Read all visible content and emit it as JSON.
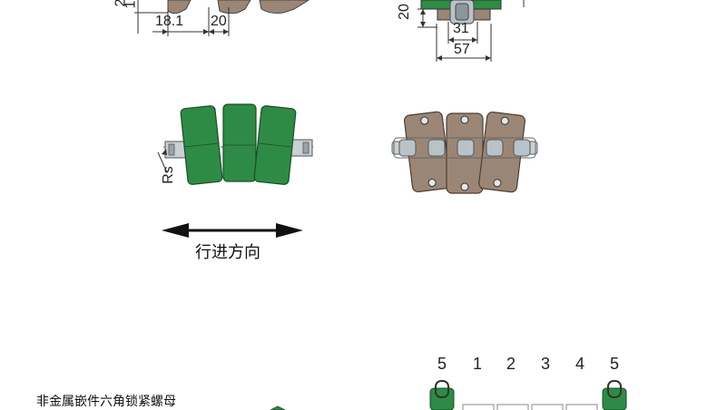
{
  "top_left_dims": {
    "a": "18.1",
    "b": "20",
    "cut1": "2",
    "cut2": "1"
  },
  "top_right_dims": {
    "height": "20",
    "inner": "31",
    "outer": "57"
  },
  "side_label": "Rs",
  "direction_label": "行进方向",
  "insert_label": "非金属嵌件六角锁紧螺母",
  "numbers": [
    "5",
    "1",
    "2",
    "3",
    "4",
    "5"
  ],
  "colors": {
    "green": "#2e8b45",
    "brown": "#9b8676",
    "steel": "#b9c3c7"
  }
}
